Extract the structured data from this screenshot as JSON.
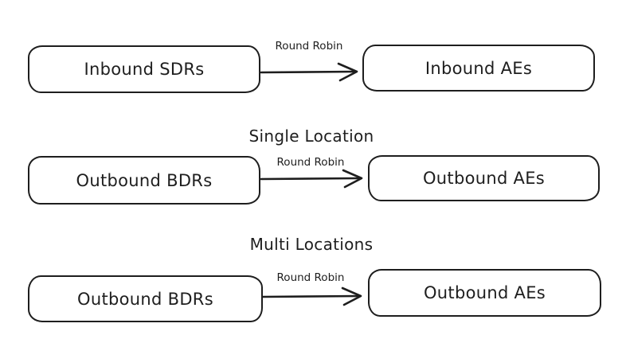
{
  "diagram": {
    "background_color": "#ffffff",
    "stroke_color": "#1e1e1e",
    "rows": [
      {
        "source": "Inbound SDRs",
        "arrow_label": "Round Robin",
        "target": "Inbound AEs"
      },
      {
        "heading": "Single Location",
        "source": "Outbound BDRs",
        "arrow_label": "Round Robin",
        "target": "Outbound AEs"
      },
      {
        "heading": "Multi Locations",
        "source": "Outbound BDRs",
        "arrow_label": "Round Robin",
        "target": "Outbound AEs"
      }
    ]
  }
}
